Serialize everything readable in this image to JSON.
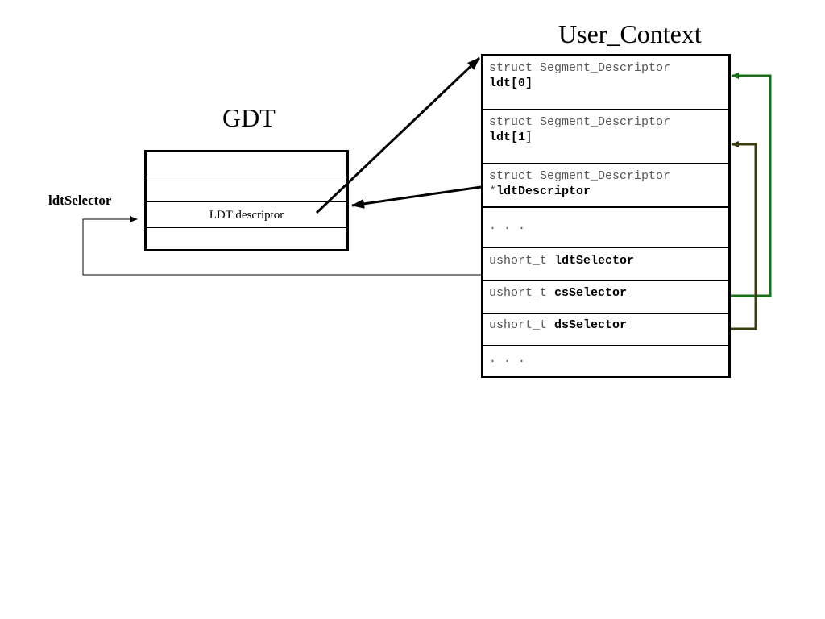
{
  "titles": {
    "user_context": "User_Context",
    "gdt": "GDT",
    "ldt_selector_label": "ldtSelector"
  },
  "gdt": {
    "ldt_descriptor": "LDT descriptor"
  },
  "user_context": {
    "ldt0": {
      "type": "struct Segment_Descriptor",
      "name": "ldt[0]"
    },
    "ldt1": {
      "type": "struct Segment_Descriptor",
      "name": "ldt[1",
      "suffix": "]"
    },
    "ldt_descriptor": {
      "type": "struct Segment_Descriptor",
      "prefix": "*",
      "name": "ldtDescriptor"
    },
    "ellipsis1": ". . .",
    "ldt_selector": {
      "type": "ushort_t",
      "name": "ldtSelector"
    },
    "cs_selector": {
      "type": "ushort_t",
      "name": "csSelector"
    },
    "ds_selector": {
      "type": "ushort_t",
      "name": "dsSelector"
    },
    "ellipsis2": ". . ."
  },
  "colors": {
    "cs_arrow": "#1a6e1a",
    "ds_arrow": "#3d3d14",
    "black": "#000000"
  }
}
